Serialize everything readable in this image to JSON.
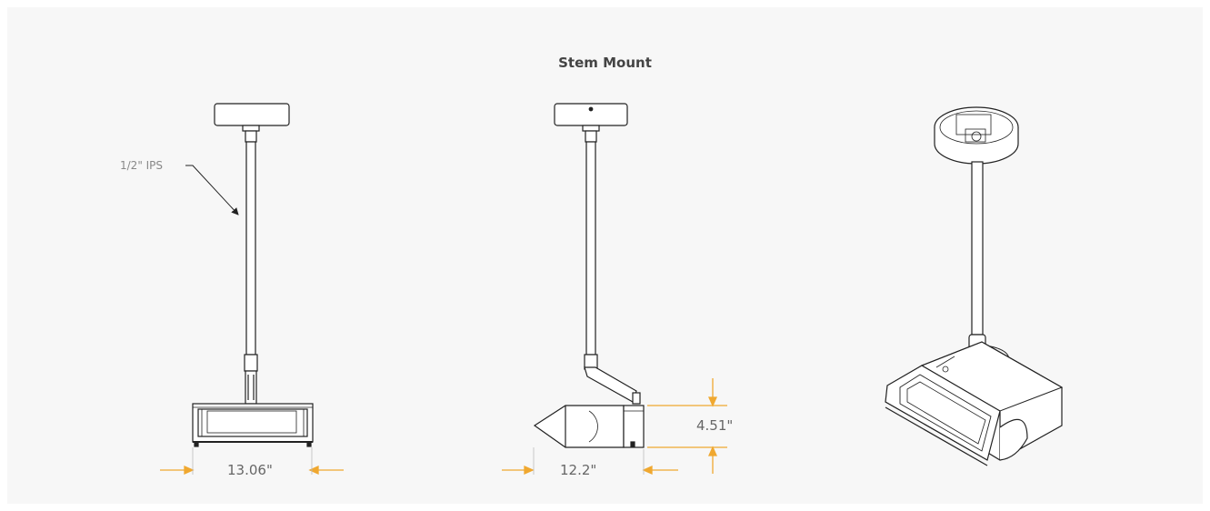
{
  "title": "Stem Mount",
  "callout_label": "1/2\" IPS",
  "dimensions": {
    "front_width": "13.06\"",
    "side_width": "12.2\"",
    "side_height": "4.51\""
  },
  "colors": {
    "dimension_arrow": "#f0a830",
    "line": "#222222",
    "panel_background": "#f7f7f7"
  },
  "views": [
    "front-view",
    "side-view",
    "isometric-view"
  ]
}
